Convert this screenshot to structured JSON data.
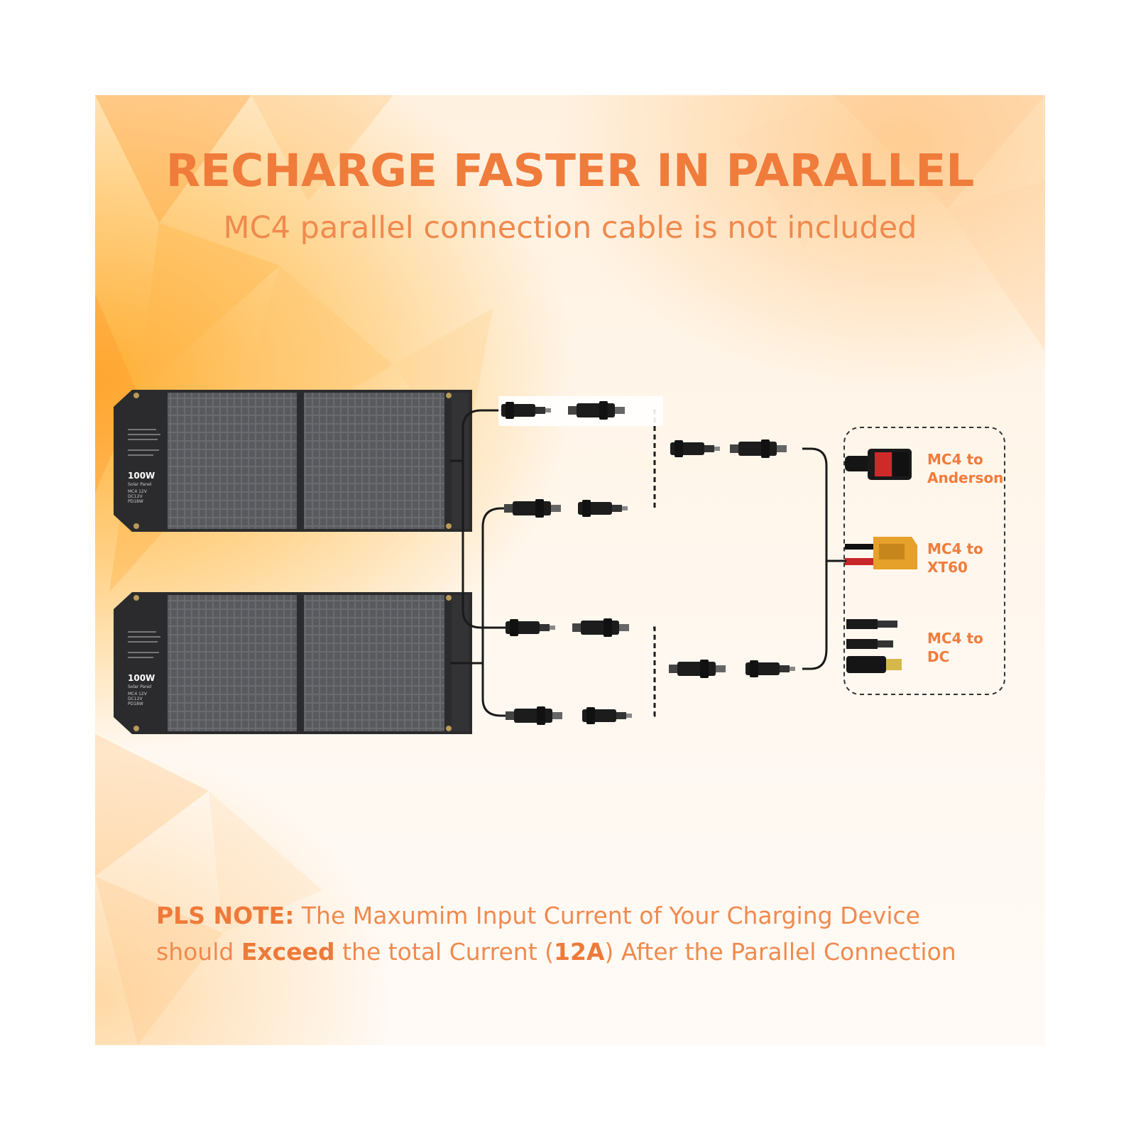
{
  "title": "RECHARGE FASTER IN PARALLEL",
  "subtitle": "MC4 parallel connection cable is not included",
  "panel": {
    "watt": "100W",
    "type": "Solar Panel",
    "specs": [
      "MC4 12V",
      "DC12V",
      "PD18W"
    ]
  },
  "outputs": [
    {
      "line1": "MC4 to",
      "line2": "Anderson"
    },
    {
      "line1": "MC4 to",
      "line2": "XT60"
    },
    {
      "line1": "MC4 to",
      "line2": "DC"
    }
  ],
  "note": {
    "prefix": "PLS NOTE:",
    "part1": " The Maxumim Input Current of Your Charging Device",
    "part2": "should ",
    "emphasis": "Exceed",
    "part3": " the total Current (",
    "current": "12A",
    "part4": ") After the Parallel Connection"
  },
  "colors": {
    "accent": "#f07c3c",
    "panel": "#2b2b2d",
    "cell": "#5e5f63"
  }
}
